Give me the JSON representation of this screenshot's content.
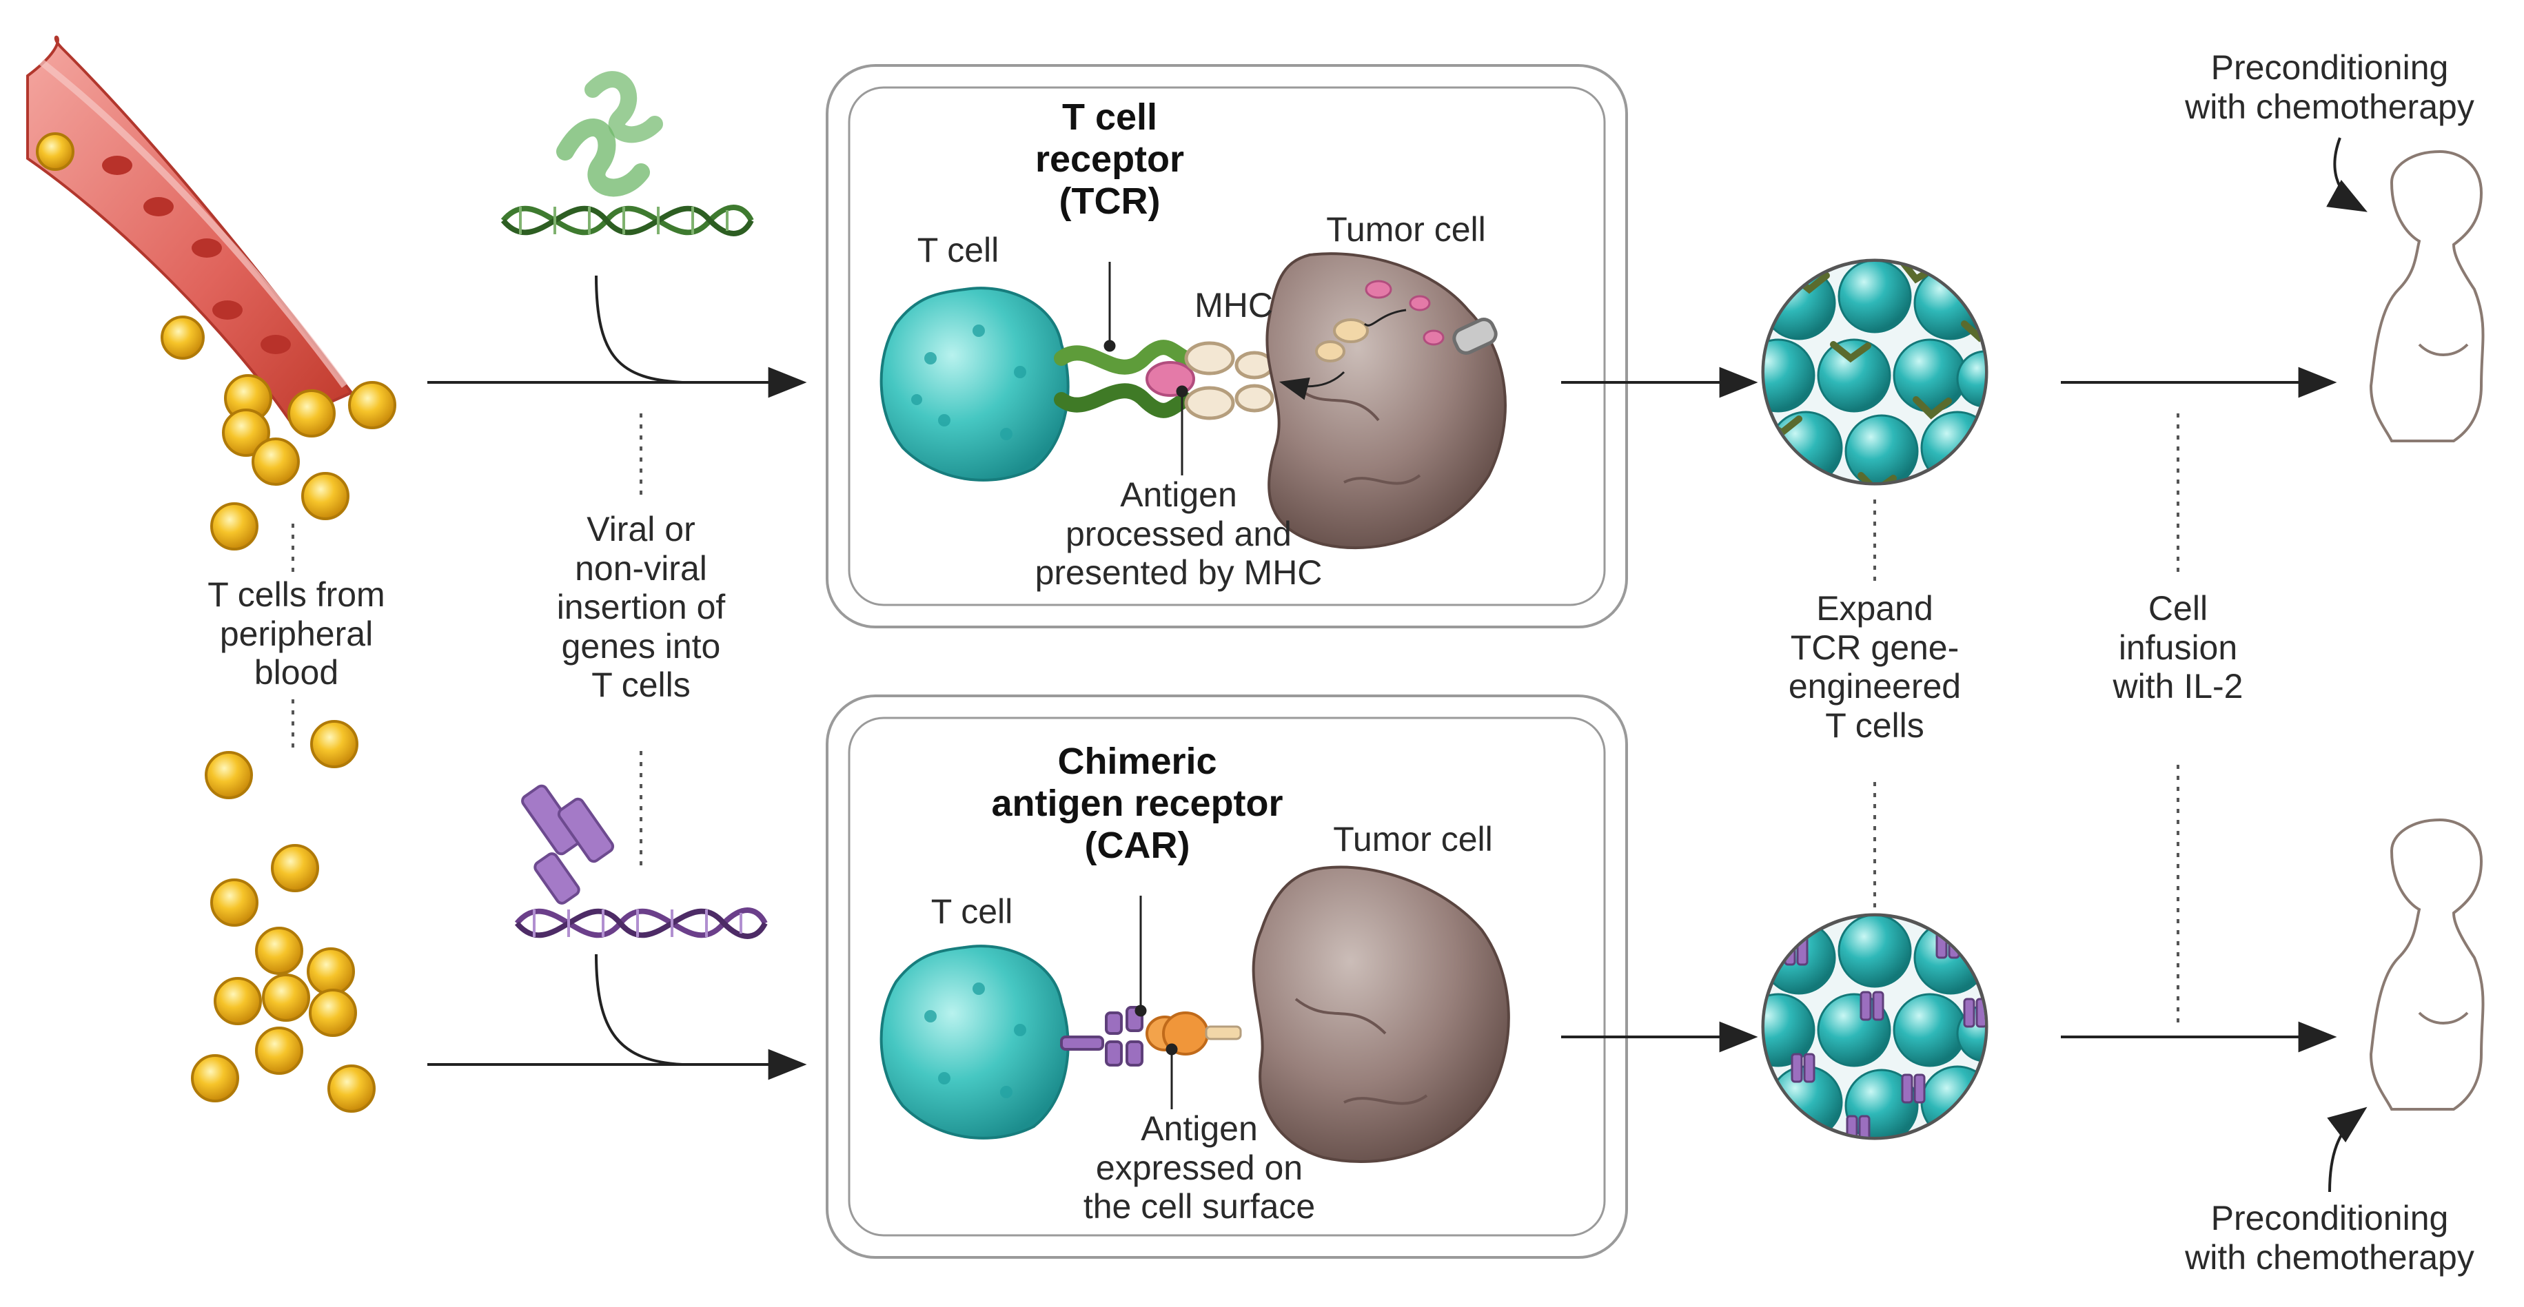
{
  "diagram": {
    "labels": {
      "blood": [
        "T cells from",
        "peripheral",
        "blood"
      ],
      "insertion": [
        "Viral or",
        "non-viral",
        "insertion of",
        "genes into",
        "T cells"
      ],
      "tcr_receptor": [
        "T cell",
        "receptor",
        "(TCR)"
      ],
      "tcr_tcell": "T cell",
      "tcr_tumor": "Tumor cell",
      "mhc": "MHC",
      "tcr_antigen": [
        "Antigen",
        "processed and",
        "presented by MHC"
      ],
      "car_receptor": [
        "Chimeric",
        "antigen receptor",
        "(CAR)"
      ],
      "car_tcell": "T cell",
      "car_tumor": "Tumor cell",
      "car_antigen": [
        "Antigen",
        "expressed on",
        "the cell surface"
      ],
      "expand": [
        "Expand",
        "TCR gene-",
        "engineered",
        "T cells"
      ],
      "infusion": [
        "Cell",
        "infusion",
        "with IL-2"
      ],
      "precond_top": [
        "Preconditioning",
        "with chemotherapy"
      ],
      "precond_bottom": [
        "Preconditioning",
        "with chemotherapy"
      ]
    },
    "colors": {
      "t_cell": "#3fc3c0",
      "tumor_cell": "#8f7773",
      "lymphocyte": "#f2b51c",
      "vessel": "#d9534f",
      "tcr_receptor": "#5e9c3a",
      "car_receptor": "#9b6fbf",
      "antigen_mhc": "#e47aa8",
      "car_antigen": "#f0963a",
      "arrow": "#222222"
    },
    "icons": [
      "blood-vessel-icon",
      "dna-helix-icon",
      "tcr-gene-icon",
      "car-gene-icon",
      "t-cell-icon",
      "tumor-cell-icon",
      "engineered-cells-icon",
      "patient-silhouette-icon"
    ]
  }
}
